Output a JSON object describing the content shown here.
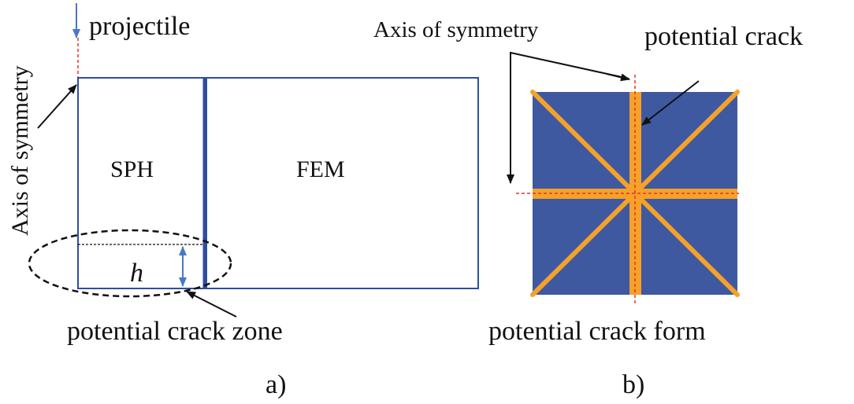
{
  "panel_a": {
    "projectile_label": "projectile",
    "axis_label": "Axis of symmetry",
    "sph_label": "SPH",
    "fem_label": "FEM",
    "h_label": "h",
    "crack_zone_label": "potential crack zone",
    "caption": "a)"
  },
  "panel_b": {
    "axis_label": "Axis of symmetry",
    "crack_label": "potential crack",
    "crack_form_label": "potential crack form",
    "caption": "b)"
  },
  "colors": {
    "frame_blue": "#2e4f9e",
    "arrow_blue": "#4a78c8",
    "plate_fill": "#3f59a0",
    "crack_orange": "#f5a12a",
    "axis_red": "#e5342b",
    "ink": "#111111"
  }
}
